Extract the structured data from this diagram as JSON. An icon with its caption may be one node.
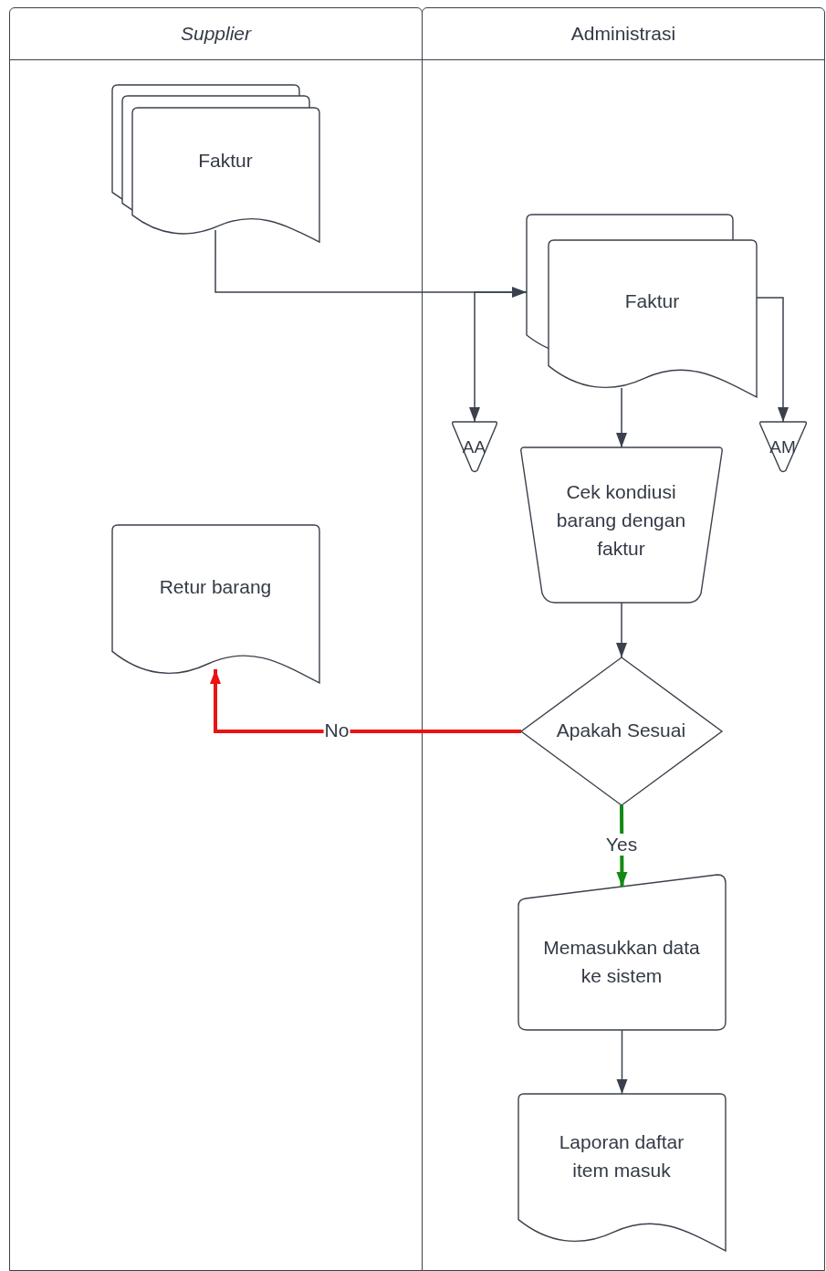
{
  "diagram": {
    "nodes": [
      {
        "text": [
          "Supplier"
        ]
      },
      {
        "text": [
          "Administrasi"
        ]
      },
      {
        "text": [
          "Faktur"
        ],
        "in": 0
      },
      {
        "text": [
          "Faktur"
        ],
        "in": 1
      },
      {
        "text": [
          "AA"
        ],
        "in": 1
      },
      {
        "text": [
          "Cek kondiusi barang dengan faktur"
        ],
        "in": 1
      },
      {
        "text": [
          "AM"
        ],
        "in": 1
      },
      {
        "text": [
          "Retur barang"
        ],
        "in": 0
      },
      {
        "text": [
          "Apakah Sesuai"
        ],
        "in": 1
      },
      {
        "text": [
          "Memasukkan data ke sistem"
        ],
        "in": 1
      },
      {
        "text": [
          "Laporan daftar item masuk"
        ],
        "in": 1
      }
    ],
    "edges": [
      {
        "from": 2,
        "to": 3,
        "arrow": "to"
      },
      {
        "from": 3,
        "to": 4,
        "arrow": "to"
      },
      {
        "from": 3,
        "to": 6,
        "arrow": "to"
      },
      {
        "from": 3,
        "to": 5,
        "arrow": "to"
      },
      {
        "from": 5,
        "to": 8,
        "arrow": "to"
      },
      {
        "from": 8,
        "to": 7,
        "arrow": "to",
        "label": "No",
        "style": "thick",
        "color": "#e81313"
      },
      {
        "from": 8,
        "to": 9,
        "arrow": "to",
        "label": "Yes",
        "style": "thick",
        "color": "#138a13"
      },
      {
        "from": 9,
        "to": 10,
        "arrow": "to"
      }
    ]
  }
}
